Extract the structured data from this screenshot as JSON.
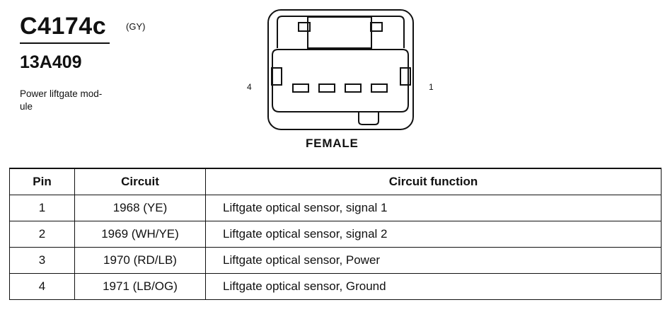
{
  "connector": {
    "id": "C4174c",
    "color": "(GY)",
    "part_number": "13A409",
    "description": "Power liftgate mod-ule",
    "description_lines": [
      "Power liftgate mod-",
      "ule"
    ],
    "view": "FEMALE",
    "pin_label_left": "4",
    "pin_label_right": "1"
  },
  "table": {
    "headers": [
      "Pin",
      "Circuit",
      "Circuit function"
    ],
    "rows": [
      [
        "1",
        "1968 (YE)",
        "Liftgate optical sensor, signal 1"
      ],
      [
        "2",
        "1969 (WH/YE)",
        "Liftgate optical sensor, signal 2"
      ],
      [
        "3",
        "1970 (RD/LB)",
        "Liftgate optical sensor, Power"
      ],
      [
        "4",
        "1971 (LB/OG)",
        "Liftgate optical sensor, Ground"
      ]
    ]
  }
}
